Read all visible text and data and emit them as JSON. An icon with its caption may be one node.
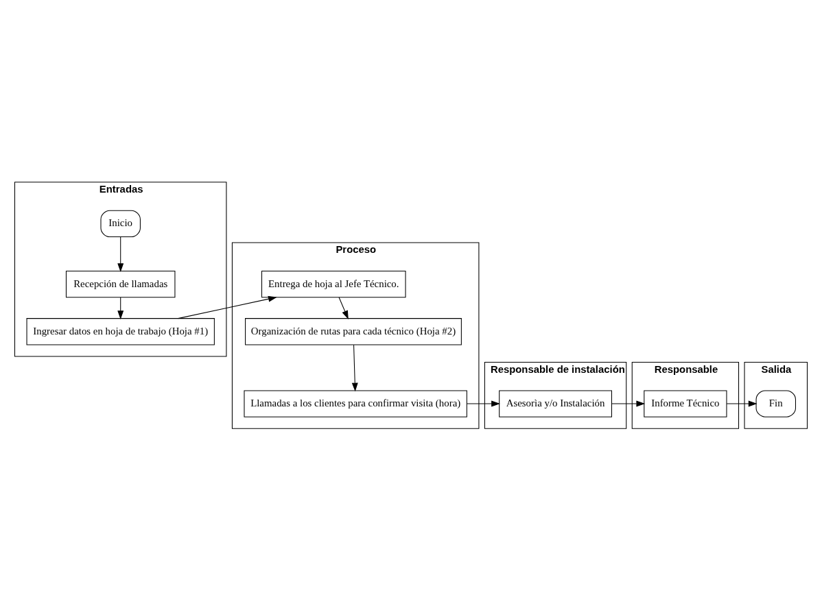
{
  "diagram": {
    "nodes": [
      {
        "text": [
          "Entradas"
        ]
      },
      {
        "text": [
          "Proceso"
        ]
      },
      {
        "text": [
          "Responsable de instalación"
        ]
      },
      {
        "text": [
          "Responsable"
        ]
      },
      {
        "text": [
          "Salida"
        ]
      },
      {
        "text": [
          "Inicio"
        ],
        "in": 0
      },
      {
        "text": [
          "Recepción de llamadas"
        ],
        "in": 0
      },
      {
        "text": [
          "Ingresar datos en hoja de trabajo (Hoja #1)"
        ],
        "in": 0
      },
      {
        "text": [
          "Entrega de hoja al Jefe Técnico."
        ],
        "in": 1
      },
      {
        "text": [
          "Organización de rutas para cada técnico (Hoja #2)"
        ],
        "in": 1
      },
      {
        "text": [
          "Llamadas a los clientes para confirmar visita (hora)"
        ],
        "in": 1
      },
      {
        "text": [
          "Asesorìa y/o Instalación"
        ],
        "in": 2
      },
      {
        "text": [
          "Informe Técnico"
        ],
        "in": 3
      },
      {
        "text": [
          "Fin"
        ],
        "in": 4
      }
    ],
    "edges": [
      {
        "from": 5,
        "to": 6,
        "arrow": "to"
      },
      {
        "from": 6,
        "to": 7,
        "arrow": "to"
      },
      {
        "from": 7,
        "to": 8,
        "arrow": "to"
      },
      {
        "from": 8,
        "to": 9,
        "arrow": "to"
      },
      {
        "from": 9,
        "to": 10,
        "arrow": "to"
      },
      {
        "from": 10,
        "to": 11,
        "arrow": "to"
      },
      {
        "from": 11,
        "to": 12,
        "arrow": "to"
      },
      {
        "from": 12,
        "to": 13,
        "arrow": "to"
      }
    ]
  }
}
